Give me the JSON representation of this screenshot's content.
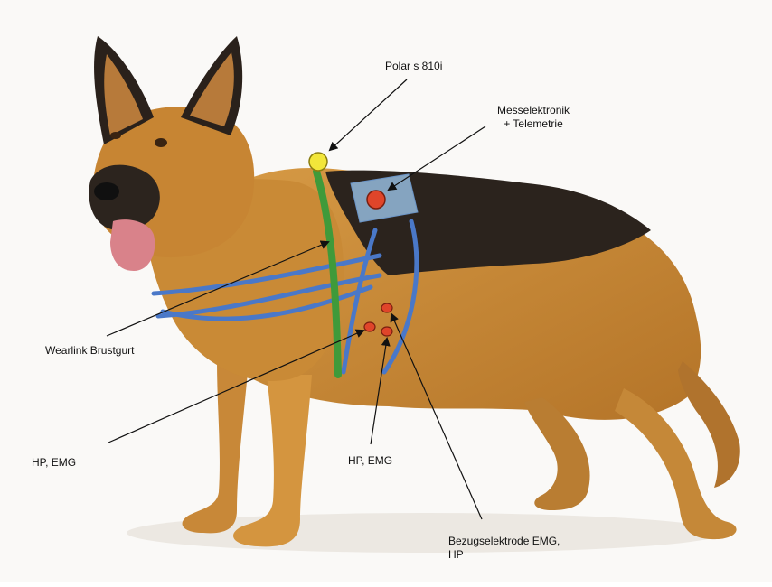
{
  "labels": {
    "polar": "Polar s 810i",
    "messelektronik_line1": "Messelektronik",
    "messelektronik_line2": "+ Telemetrie",
    "wearlink": "Wearlink Brustgurt",
    "hp_emg_left": "HP, EMG",
    "hp_emg_center": "HP, EMG",
    "bezug_line1": "Bezugselektrode EMG,",
    "bezug_line2": "HP"
  },
  "colors": {
    "background": "#f7f5f2",
    "dog_tan": "#c8862f",
    "dog_dark": "#2a221c",
    "strap_blue": "#4a78c8",
    "chest_strap_green": "#3f9a3a",
    "polar_marker": "#f2e63a",
    "electrode_red": "#e0452a",
    "device_panel": "#9cc4ea",
    "arrow": "#111111"
  }
}
